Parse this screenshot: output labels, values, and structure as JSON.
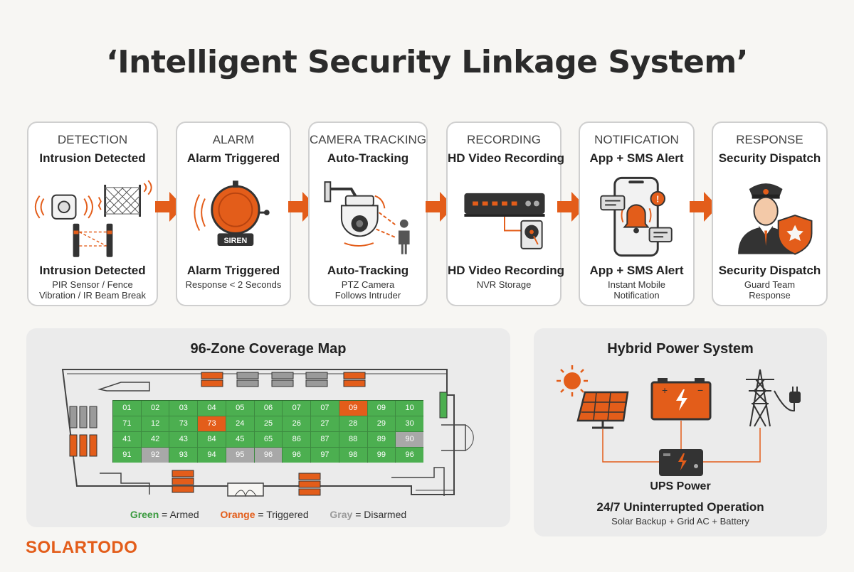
{
  "title": "‘Intelligent Security Linkage System’",
  "colors": {
    "orange": "#e35d1a",
    "green": "#4caf50",
    "gray": "#a8a8a8",
    "dark": "#2b2b2b"
  },
  "stages": [
    {
      "stage": "DETECTION",
      "heading": "Intrusion Detected",
      "name": "Intrusion Detected",
      "desc": [
        "PIR Sensor / Fence",
        "Vibration / IR Beam Break"
      ],
      "icons": [
        "pir-sensor-icon",
        "fence-icon",
        "ir-beam-icon"
      ]
    },
    {
      "stage": "ALARM",
      "heading": "Alarm Triggered",
      "name": "Alarm Triggered",
      "desc": [
        "Response < 2 Seconds"
      ],
      "icons": [
        "siren-bell-icon"
      ],
      "siren_text": "SIREN"
    },
    {
      "stage": "CAMERA TRACKING",
      "heading": "Auto-Tracking",
      "name": "Auto-Tracking",
      "desc": [
        "PTZ Camera",
        "Follows Intruder"
      ],
      "icons": [
        "ptz-camera-icon",
        "intruder-icon"
      ]
    },
    {
      "stage": "RECORDING",
      "heading": "HD Video Recording",
      "name": "HD Video Recording",
      "desc": [
        "NVR Storage"
      ],
      "icons": [
        "nvr-icon",
        "hard-drive-icon"
      ]
    },
    {
      "stage": "NOTIFICATION",
      "heading": "App + SMS Alert",
      "name": "App + SMS Alert",
      "desc": [
        "Instant Mobile",
        "Notification"
      ],
      "icons": [
        "smartphone-icon",
        "bell-icon"
      ]
    },
    {
      "stage": "RESPONSE",
      "heading": "Security Dispatch",
      "name": "Security Dispatch",
      "desc": [
        "Guard Team",
        "Response"
      ],
      "icons": [
        "guard-icon",
        "shield-icon"
      ]
    }
  ],
  "coverage": {
    "title": "96-Zone Coverage Map",
    "rows": [
      [
        {
          "z": "01",
          "s": "armed"
        },
        {
          "z": "02",
          "s": "armed"
        },
        {
          "z": "03",
          "s": "armed"
        },
        {
          "z": "04",
          "s": "armed"
        },
        {
          "z": "05",
          "s": "armed"
        },
        {
          "z": "06",
          "s": "armed"
        },
        {
          "z": "07",
          "s": "armed"
        },
        {
          "z": "07",
          "s": "armed"
        },
        {
          "z": "09",
          "s": "triggered"
        },
        {
          "z": "09",
          "s": "armed"
        },
        {
          "z": "10",
          "s": "armed"
        }
      ],
      [
        {
          "z": "71",
          "s": "armed"
        },
        {
          "z": "12",
          "s": "armed"
        },
        {
          "z": "73",
          "s": "armed"
        },
        {
          "z": "73",
          "s": "triggered"
        },
        {
          "z": "24",
          "s": "armed"
        },
        {
          "z": "25",
          "s": "armed"
        },
        {
          "z": "26",
          "s": "armed"
        },
        {
          "z": "27",
          "s": "armed"
        },
        {
          "z": "28",
          "s": "armed"
        },
        {
          "z": "29",
          "s": "armed"
        },
        {
          "z": "30",
          "s": "armed"
        }
      ],
      [
        {
          "z": "41",
          "s": "armed"
        },
        {
          "z": "42",
          "s": "armed"
        },
        {
          "z": "43",
          "s": "armed"
        },
        {
          "z": "84",
          "s": "armed"
        },
        {
          "z": "45",
          "s": "armed"
        },
        {
          "z": "65",
          "s": "armed"
        },
        {
          "z": "86",
          "s": "armed"
        },
        {
          "z": "87",
          "s": "armed"
        },
        {
          "z": "88",
          "s": "armed"
        },
        {
          "z": "89",
          "s": "armed"
        },
        {
          "z": "90",
          "s": "disarmed"
        }
      ],
      [
        {
          "z": "91",
          "s": "armed"
        },
        {
          "z": "92",
          "s": "disarmed"
        },
        {
          "z": "93",
          "s": "armed"
        },
        {
          "z": "94",
          "s": "armed"
        },
        {
          "z": "95",
          "s": "disarmed"
        },
        {
          "z": "96",
          "s": "disarmed"
        },
        {
          "z": "96",
          "s": "armed"
        },
        {
          "z": "97",
          "s": "armed"
        },
        {
          "z": "98",
          "s": "armed"
        },
        {
          "z": "99",
          "s": "armed"
        },
        {
          "z": "96",
          "s": "armed"
        }
      ]
    ],
    "legend": {
      "green_word": "Green",
      "green_text": " = Armed",
      "orange_word": "Orange",
      "orange_text": " = Triggered",
      "gray_word": "Gray",
      "gray_text": " = Disarmed"
    }
  },
  "power": {
    "title": "Hybrid Power System",
    "sources": [
      "solar-panel-icon",
      "battery-icon",
      "power-tower-icon"
    ],
    "ups_label": "UPS Power",
    "operation": "24/7 Uninterrupted Operation",
    "operation_desc": "Solar Backup + Grid AC + Battery"
  },
  "brand": "SOLARTODO"
}
